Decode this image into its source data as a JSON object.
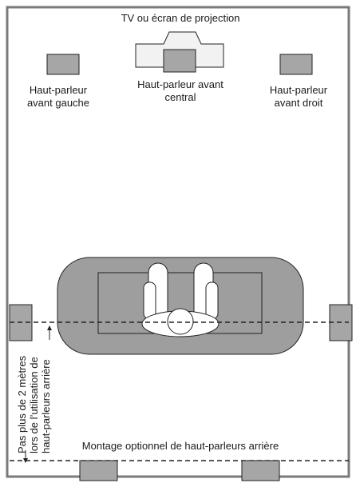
{
  "labels": {
    "tv_screen": "TV ou écran de projection",
    "front_left_line1": "Haut-parleur",
    "front_left_line2": "avant gauche",
    "front_center_line1": "Haut-parleur avant",
    "front_center_line2": "central",
    "front_right_line1": "Haut-parleur",
    "front_right_line2": "avant droit",
    "distance_note_line1": "Pas plus de 2 mètres",
    "distance_note_line2": "lors de l’utilisation de",
    "distance_note_line3": "haut-parleurs arrière",
    "rear_mount": "Montage optionnel de haut-parleurs arrière"
  },
  "colors": {
    "speaker_fill": "#a6a6a6",
    "sofa_fill": "#9e9e9e",
    "tv_fill": "#f2f2f2",
    "stroke": "#222222",
    "listener_fill": "#ffffff"
  }
}
